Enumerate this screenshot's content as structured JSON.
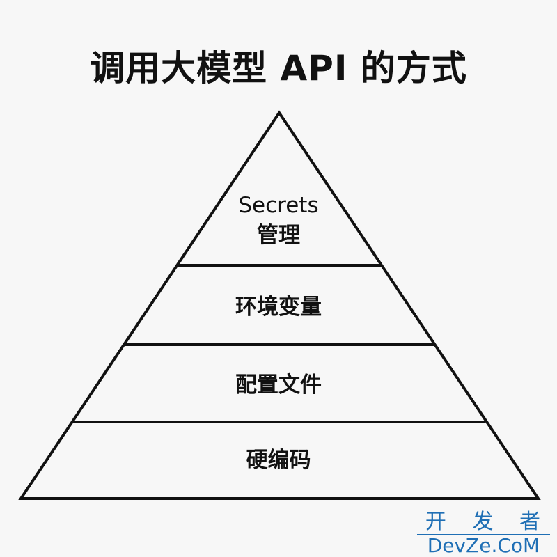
{
  "title": "调用大模型 API 的方式",
  "levels": [
    {
      "line1": "Secrets",
      "line2": "管理"
    },
    {
      "line1": "环境变量"
    },
    {
      "line1": "配置文件"
    },
    {
      "line1": "硬编码"
    }
  ],
  "watermark": {
    "cn": "开 发 者",
    "en": "DevZe.CoM"
  }
}
